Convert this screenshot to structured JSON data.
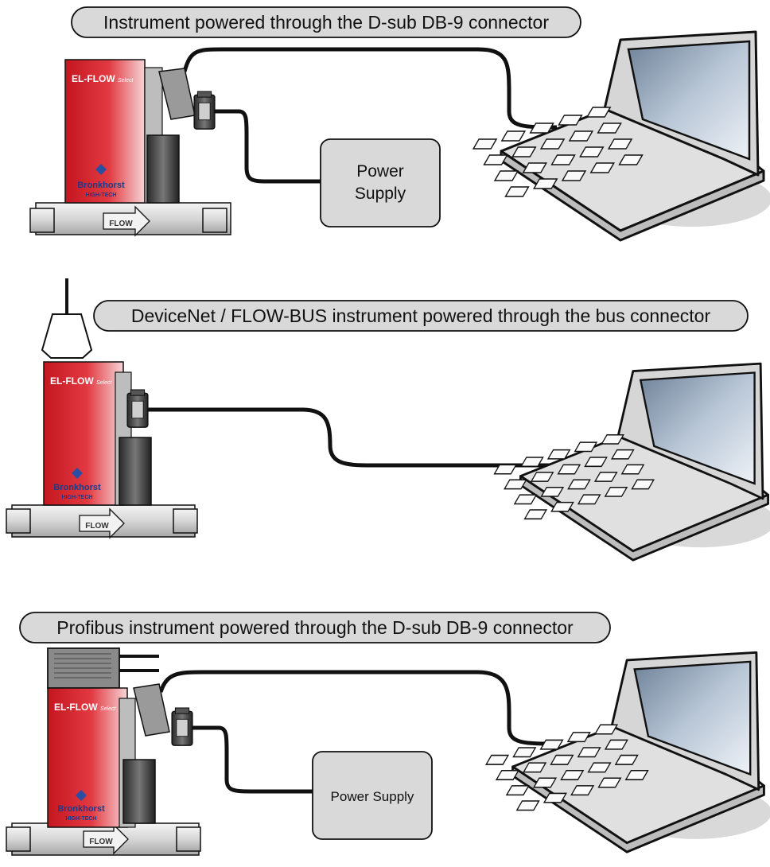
{
  "colors": {
    "caption_fill": "#d9d9d9",
    "psu_fill": "#d9d9d9",
    "instrument_red": "#d8252f",
    "instrument_pink": "#f3c9cb",
    "cable": "#111111",
    "laptop_body": "#e3e3e3",
    "laptop_screen": "#8e9fb3"
  },
  "scenarios": [
    {
      "caption": "Instrument powered through the D-sub DB-9 connector",
      "power_supply": {
        "line1": "Power",
        "line2": "Supply"
      },
      "instrument": {
        "model": "EL-FLOW",
        "model_suffix": "Select",
        "brand": "Bronkhorst",
        "brand_sub": "HIGH-TECH",
        "flow_label": "FLOW"
      }
    },
    {
      "caption": "DeviceNet / FLOW-BUS instrument powered through the bus connector",
      "instrument": {
        "model": "EL-FLOW",
        "model_suffix": "Select",
        "brand": "Bronkhorst",
        "brand_sub": "HIGH-TECH",
        "flow_label": "FLOW"
      }
    },
    {
      "caption": "Profibus instrument powered through the D-sub DB-9 connector",
      "power_supply": {
        "line1": "Power Supply",
        "line2": ""
      },
      "instrument": {
        "model": "EL-FLOW",
        "model_suffix": "Select",
        "brand": "Bronkhorst",
        "brand_sub": "HIGH-TECH",
        "flow_label": "FLOW"
      }
    }
  ]
}
